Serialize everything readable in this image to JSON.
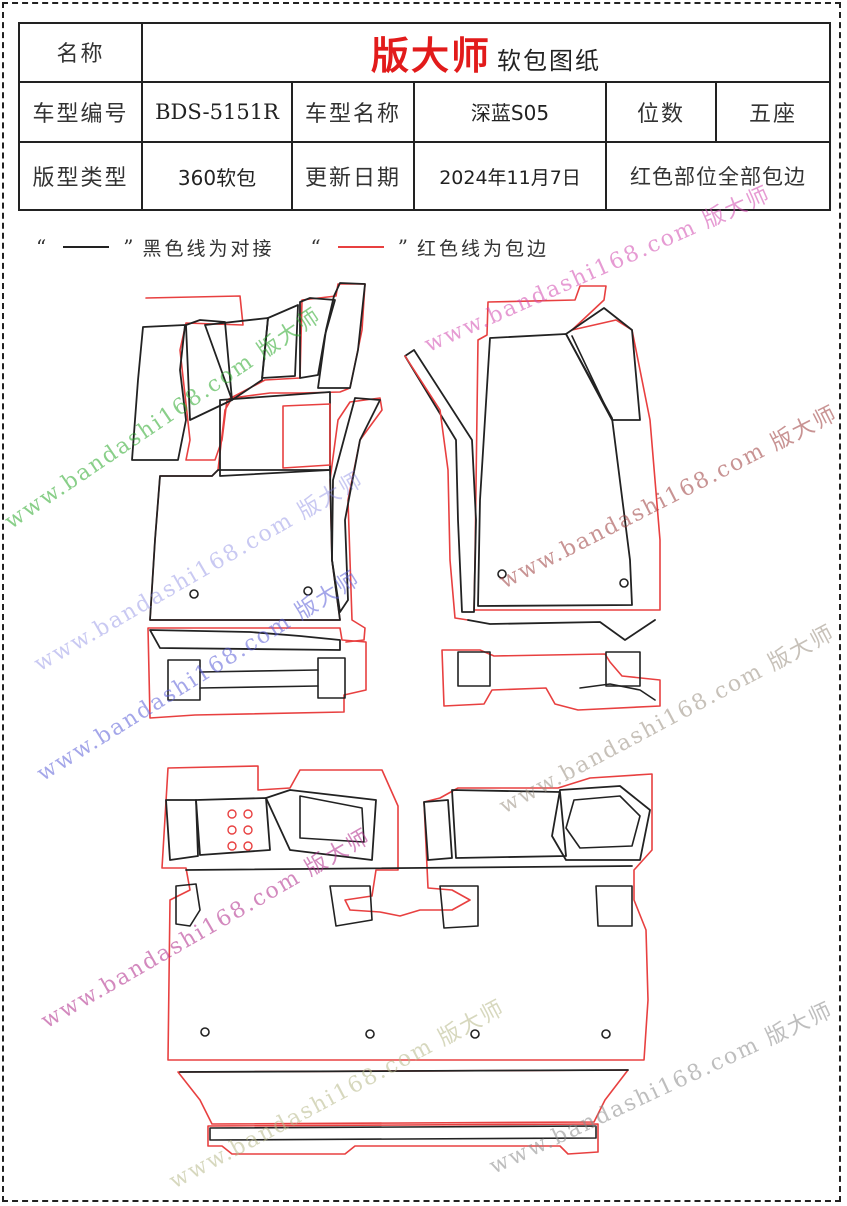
{
  "header": {
    "name_label": "名称",
    "brand": "版大师",
    "brand_sub": "软包图纸",
    "model_code_label": "车型编号",
    "model_code": "BDS-5151R",
    "model_name_label": "车型名称",
    "model_name": "深蓝S05",
    "seats_label": "位数",
    "seats": "五座",
    "pattern_type_label": "版型类型",
    "pattern_type": "360软包",
    "update_label": "更新日期",
    "update_date": "2024年11月7日",
    "note": "红色部位全部包边"
  },
  "legend": {
    "quote_open": "“",
    "quote_close": "”",
    "black_text": "黑色线为对接",
    "red_text": "红色线为包边",
    "black_color": "#222222",
    "red_color": "#e84040"
  },
  "watermarks": [
    "www.bandashi168.com 版大师",
    "www.bandashi168.com 版大师",
    "www.bandashi168.com 版大师",
    "www.bandashi168.com 版大师",
    "www.bandashi168.com 版大师",
    "www.bandashi168.com 版大师",
    "www.bandashi168.com 版大师",
    "www.bandashi168.com 版大师",
    "www.bandashi168.com 版大师"
  ],
  "colors": {
    "brand": "#e21b1b",
    "edge_red": "#e84040",
    "seam_black": "#222222"
  }
}
